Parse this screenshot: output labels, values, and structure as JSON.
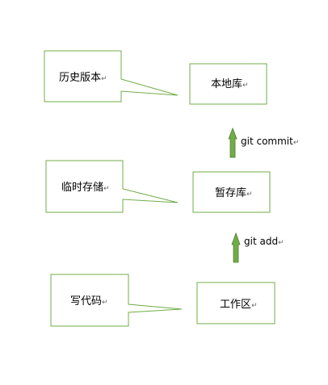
{
  "colors": {
    "border": "#70ad47",
    "arrow_fill": "#70ad47",
    "text": "#000000",
    "paragraph_mark": "#666666"
  },
  "paragraph_mark": "↵",
  "stores": {
    "local_repo": "本地库",
    "staging_area": "暂存库",
    "working_dir": "工作区"
  },
  "callouts": {
    "history": "历史版本",
    "temp_storage": "临时存储",
    "write_code": "写代码"
  },
  "commands": {
    "commit": "git commit",
    "add": "git add"
  }
}
